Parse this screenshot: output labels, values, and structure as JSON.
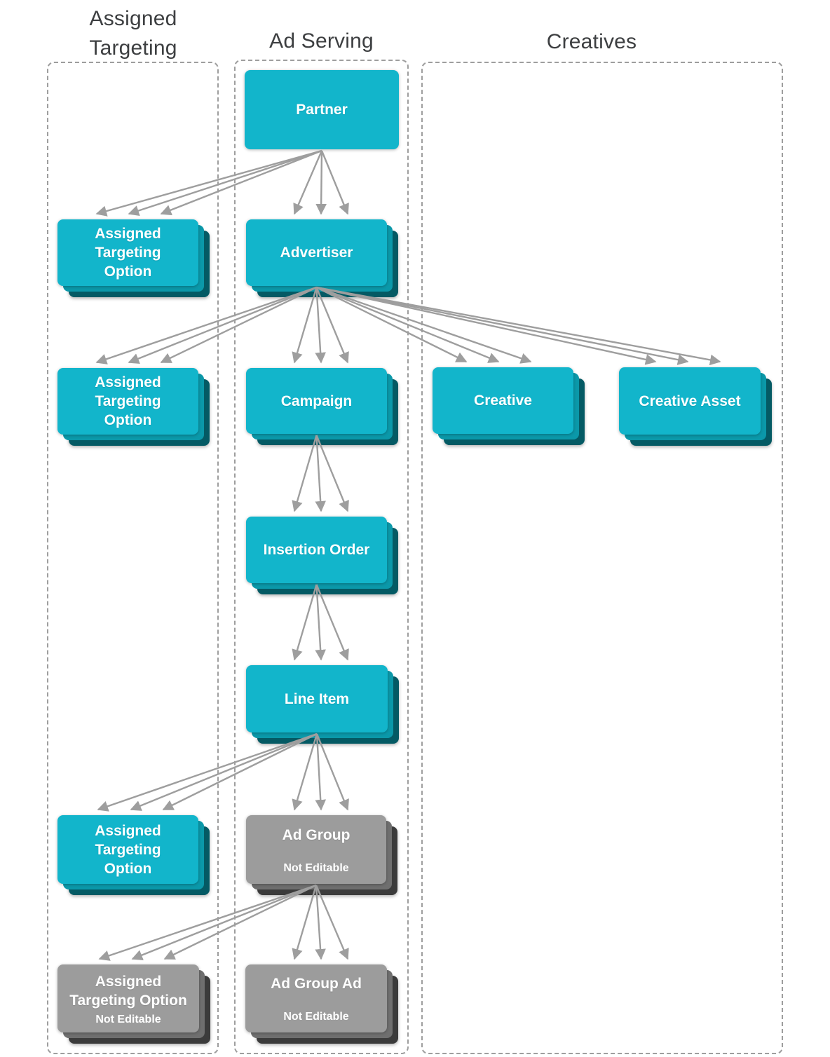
{
  "columns": [
    {
      "id": "assigned-targeting",
      "title": "Assigned Targeting"
    },
    {
      "id": "ad-serving",
      "title": "Ad Serving"
    },
    {
      "id": "creatives",
      "title": "Creatives"
    }
  ],
  "colors": {
    "editable_fill": "#12b5cb",
    "editable_stack_mid": "#0b98a9",
    "editable_stack_dark": "#045a64",
    "not_editable_fill": "#9c9c9c",
    "not_editable_stack_mid": "#6f6f6f",
    "not_editable_stack_dark": "#3b3b3b",
    "arrow": "#9e9e9e",
    "column_border": "#9e9e9e",
    "title_text": "#3d3f41",
    "node_text": "#ffffff"
  },
  "nodes": [
    {
      "id": "partner",
      "column": "ad-serving",
      "lines": [
        "Partner"
      ],
      "badge": "",
      "editable": true,
      "multiple": false
    },
    {
      "id": "ato1",
      "column": "assigned-targeting",
      "lines": [
        "Assigned",
        "Targeting",
        "Option"
      ],
      "badge": "",
      "editable": true,
      "multiple": true
    },
    {
      "id": "advertiser",
      "column": "ad-serving",
      "lines": [
        "Advertiser"
      ],
      "badge": "",
      "editable": true,
      "multiple": true
    },
    {
      "id": "ato2",
      "column": "assigned-targeting",
      "lines": [
        "Assigned",
        "Targeting",
        "Option"
      ],
      "badge": "",
      "editable": true,
      "multiple": true
    },
    {
      "id": "campaign",
      "column": "ad-serving",
      "lines": [
        "Campaign"
      ],
      "badge": "",
      "editable": true,
      "multiple": true
    },
    {
      "id": "creative",
      "column": "creatives",
      "lines": [
        "Creative"
      ],
      "badge": "",
      "editable": true,
      "multiple": true
    },
    {
      "id": "creative_asset",
      "column": "creatives",
      "lines": [
        "Creative Asset"
      ],
      "badge": "",
      "editable": true,
      "multiple": true
    },
    {
      "id": "insertion_order",
      "column": "ad-serving",
      "lines": [
        "Insertion Order"
      ],
      "badge": "",
      "editable": true,
      "multiple": true
    },
    {
      "id": "line_item",
      "column": "ad-serving",
      "lines": [
        "Line Item"
      ],
      "badge": "",
      "editable": true,
      "multiple": true
    },
    {
      "id": "ato3",
      "column": "assigned-targeting",
      "lines": [
        "Assigned",
        "Targeting",
        "Option"
      ],
      "badge": "",
      "editable": true,
      "multiple": true
    },
    {
      "id": "ad_group",
      "column": "ad-serving",
      "lines": [
        "Ad Group"
      ],
      "badge": "Not Editable",
      "editable": false,
      "multiple": true
    },
    {
      "id": "ato4",
      "column": "assigned-targeting",
      "lines": [
        "Assigned",
        "Targeting Option"
      ],
      "badge": "Not Editable",
      "editable": false,
      "multiple": true
    },
    {
      "id": "ad_group_ad",
      "column": "ad-serving",
      "lines": [
        "Ad Group Ad"
      ],
      "badge": "Not Editable",
      "editable": false,
      "multiple": true
    }
  ],
  "edges": [
    {
      "from": "partner",
      "to": "ato1"
    },
    {
      "from": "partner",
      "to": "advertiser"
    },
    {
      "from": "advertiser",
      "to": "ato2"
    },
    {
      "from": "advertiser",
      "to": "campaign"
    },
    {
      "from": "advertiser",
      "to": "creative"
    },
    {
      "from": "advertiser",
      "to": "creative_asset"
    },
    {
      "from": "campaign",
      "to": "insertion_order"
    },
    {
      "from": "insertion_order",
      "to": "line_item"
    },
    {
      "from": "line_item",
      "to": "ato3"
    },
    {
      "from": "line_item",
      "to": "ad_group"
    },
    {
      "from": "ad_group",
      "to": "ato4"
    },
    {
      "from": "ad_group",
      "to": "ad_group_ad"
    }
  ]
}
